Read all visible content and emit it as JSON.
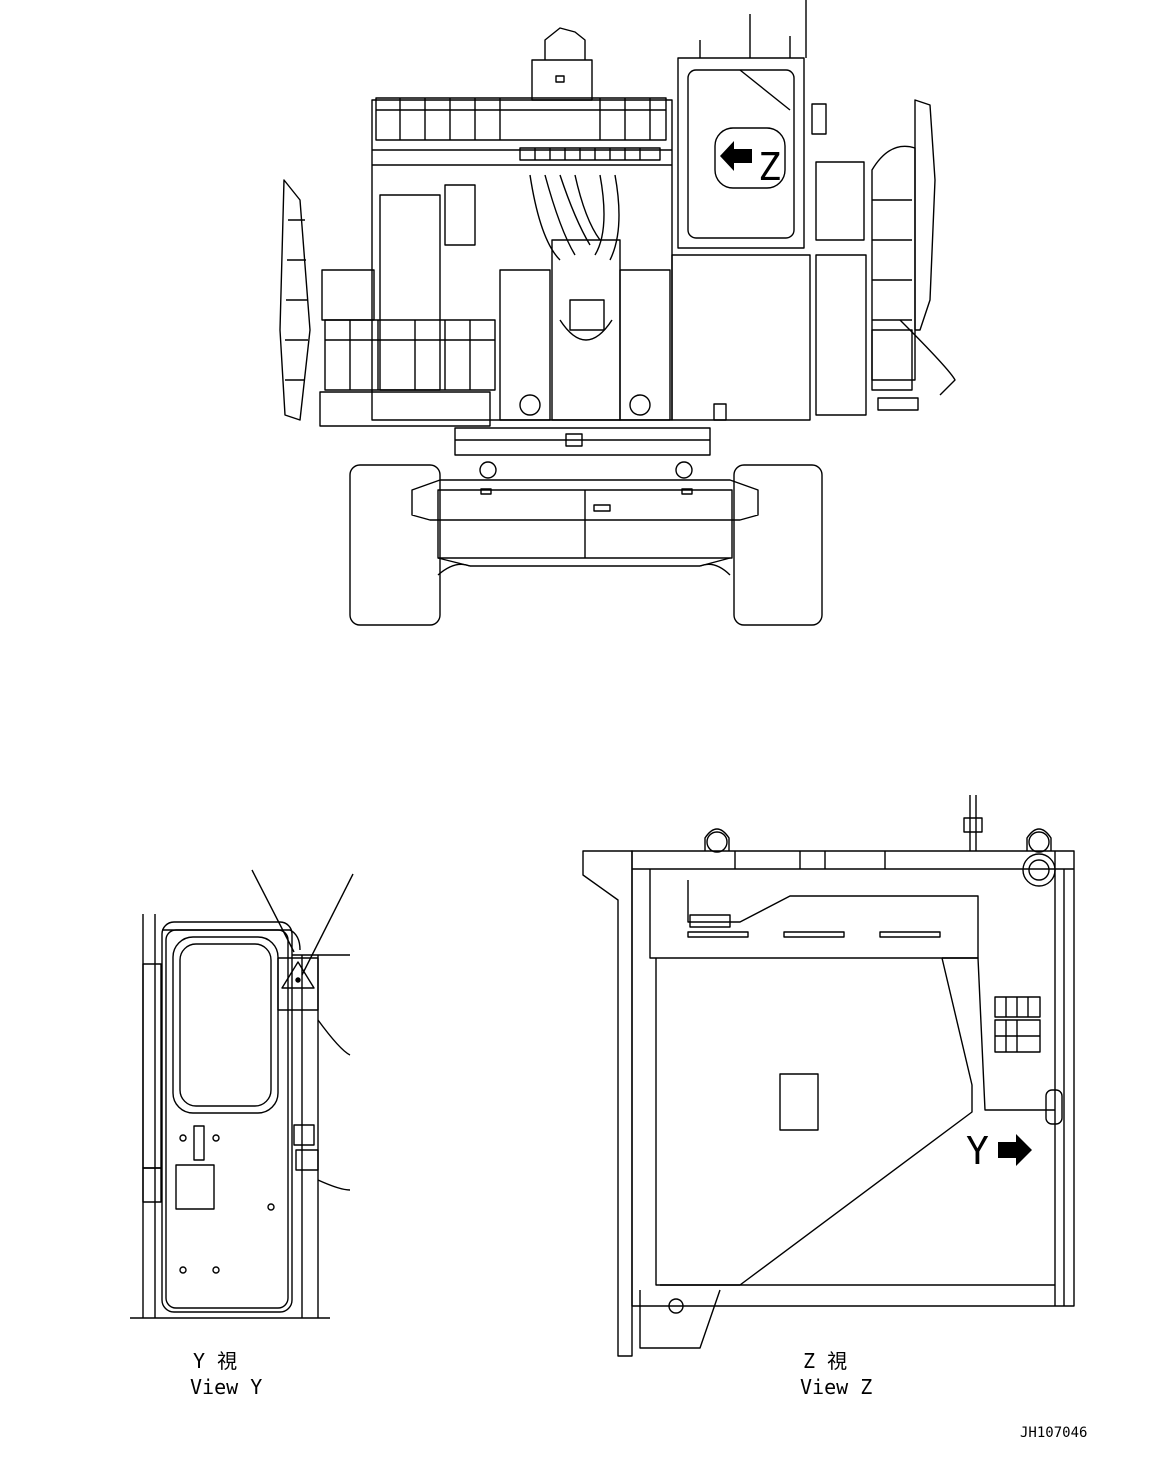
{
  "callouts": {
    "view_z_marker": "Z",
    "view_y_marker": "Y"
  },
  "captions": {
    "view_y_jp": "Y 視",
    "view_y_en": "View Y",
    "view_z_jp": "Z 視",
    "view_z_en": "View Z"
  },
  "drawing_number": "JH107046"
}
